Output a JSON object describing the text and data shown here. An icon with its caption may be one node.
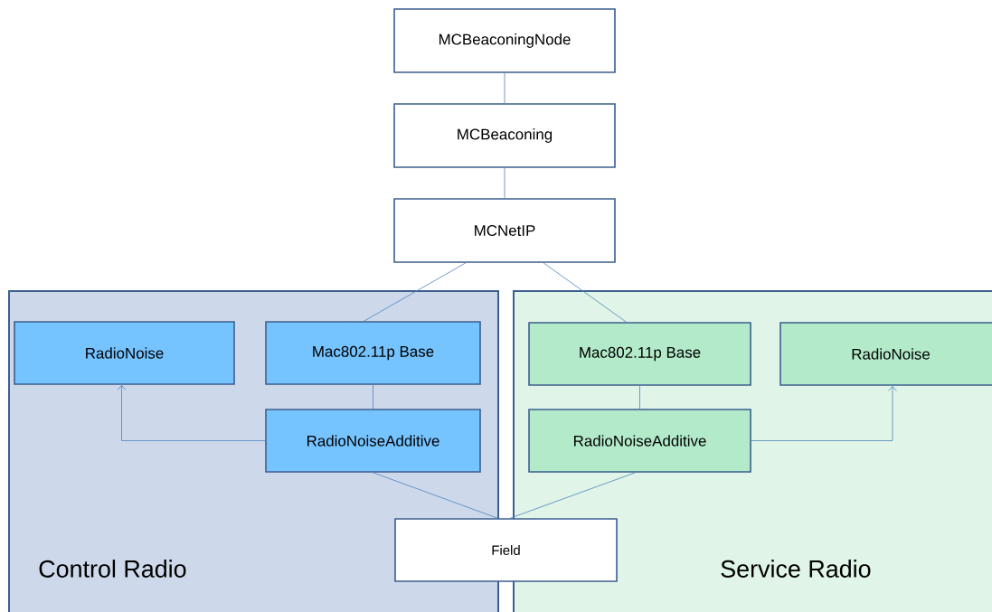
{
  "diagram": {
    "nodes": [
      {
        "text": [
          "MCBeaconingNode"
        ]
      },
      {
        "text": [
          "MCBeaconing"
        ]
      },
      {
        "text": [
          "MCNetIP"
        ]
      },
      {
        "text": [
          "Control Radio"
        ]
      },
      {
        "text": [
          "RadioNoise"
        ],
        "in": 3
      },
      {
        "text": [
          "Mac802.11p Base"
        ],
        "in": 3
      },
      {
        "text": [
          "RadioNoiseAdditive"
        ],
        "in": 3
      },
      {
        "text": [
          "Service Radio"
        ]
      },
      {
        "text": [
          "Mac802.11p Base"
        ],
        "in": 7
      },
      {
        "text": [
          "RadioNoise"
        ],
        "in": 7
      },
      {
        "text": [
          "RadioNoiseAdditive"
        ],
        "in": 7
      },
      {
        "text": [
          "Field"
        ]
      }
    ],
    "edges": [
      {
        "from": 0,
        "to": 1,
        "arrow": "none"
      },
      {
        "from": 1,
        "to": 2,
        "arrow": "none"
      },
      {
        "from": 2,
        "to": 5,
        "arrow": "none"
      },
      {
        "from": 2,
        "to": 8,
        "arrow": "none"
      },
      {
        "from": 5,
        "to": 6,
        "arrow": "none"
      },
      {
        "from": 6,
        "to": 4,
        "arrow": "to"
      },
      {
        "from": 8,
        "to": 10,
        "arrow": "none"
      },
      {
        "from": 10,
        "to": 9,
        "arrow": "to"
      },
      {
        "from": 6,
        "to": 11,
        "arrow": "none"
      },
      {
        "from": 10,
        "to": 11,
        "arrow": "none"
      }
    ]
  }
}
